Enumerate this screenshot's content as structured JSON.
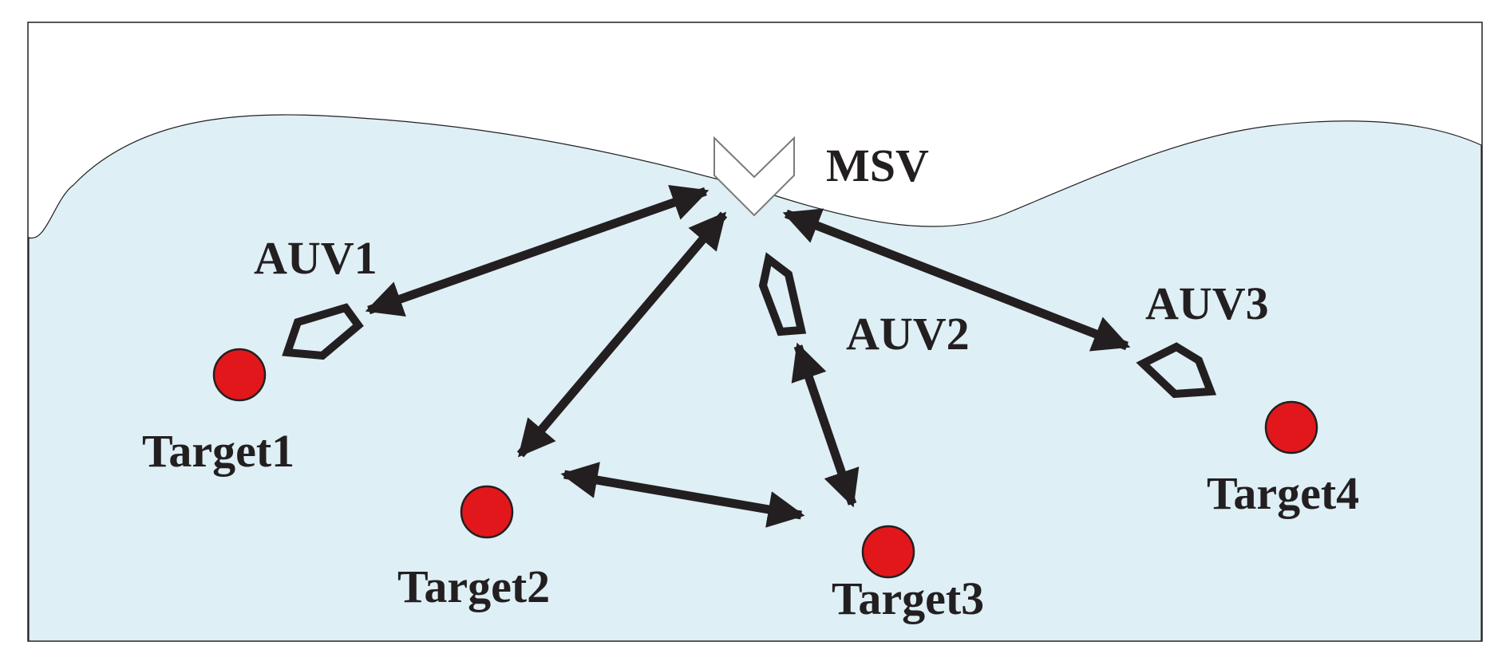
{
  "colors": {
    "water": "#deeff5",
    "water_line": "#231f20",
    "arrow": "#231f20",
    "target_fill": "#e2171b",
    "target_stroke": "#231f20",
    "vehicle_stroke": "#231f20",
    "ship_fill": "#ffffff",
    "ship_stroke": "#7a7a7a"
  },
  "labels": {
    "msv": "MSV",
    "auv1": "AUV1",
    "auv2": "AUV2",
    "auv3": "AUV3",
    "target1": "Target1",
    "target2": "Target2",
    "target3": "Target3",
    "target4": "Target4"
  },
  "icons": {
    "ship": "chevron-ship-icon",
    "auv": "hexagon-vehicle-icon",
    "target": "red-dot-icon"
  }
}
